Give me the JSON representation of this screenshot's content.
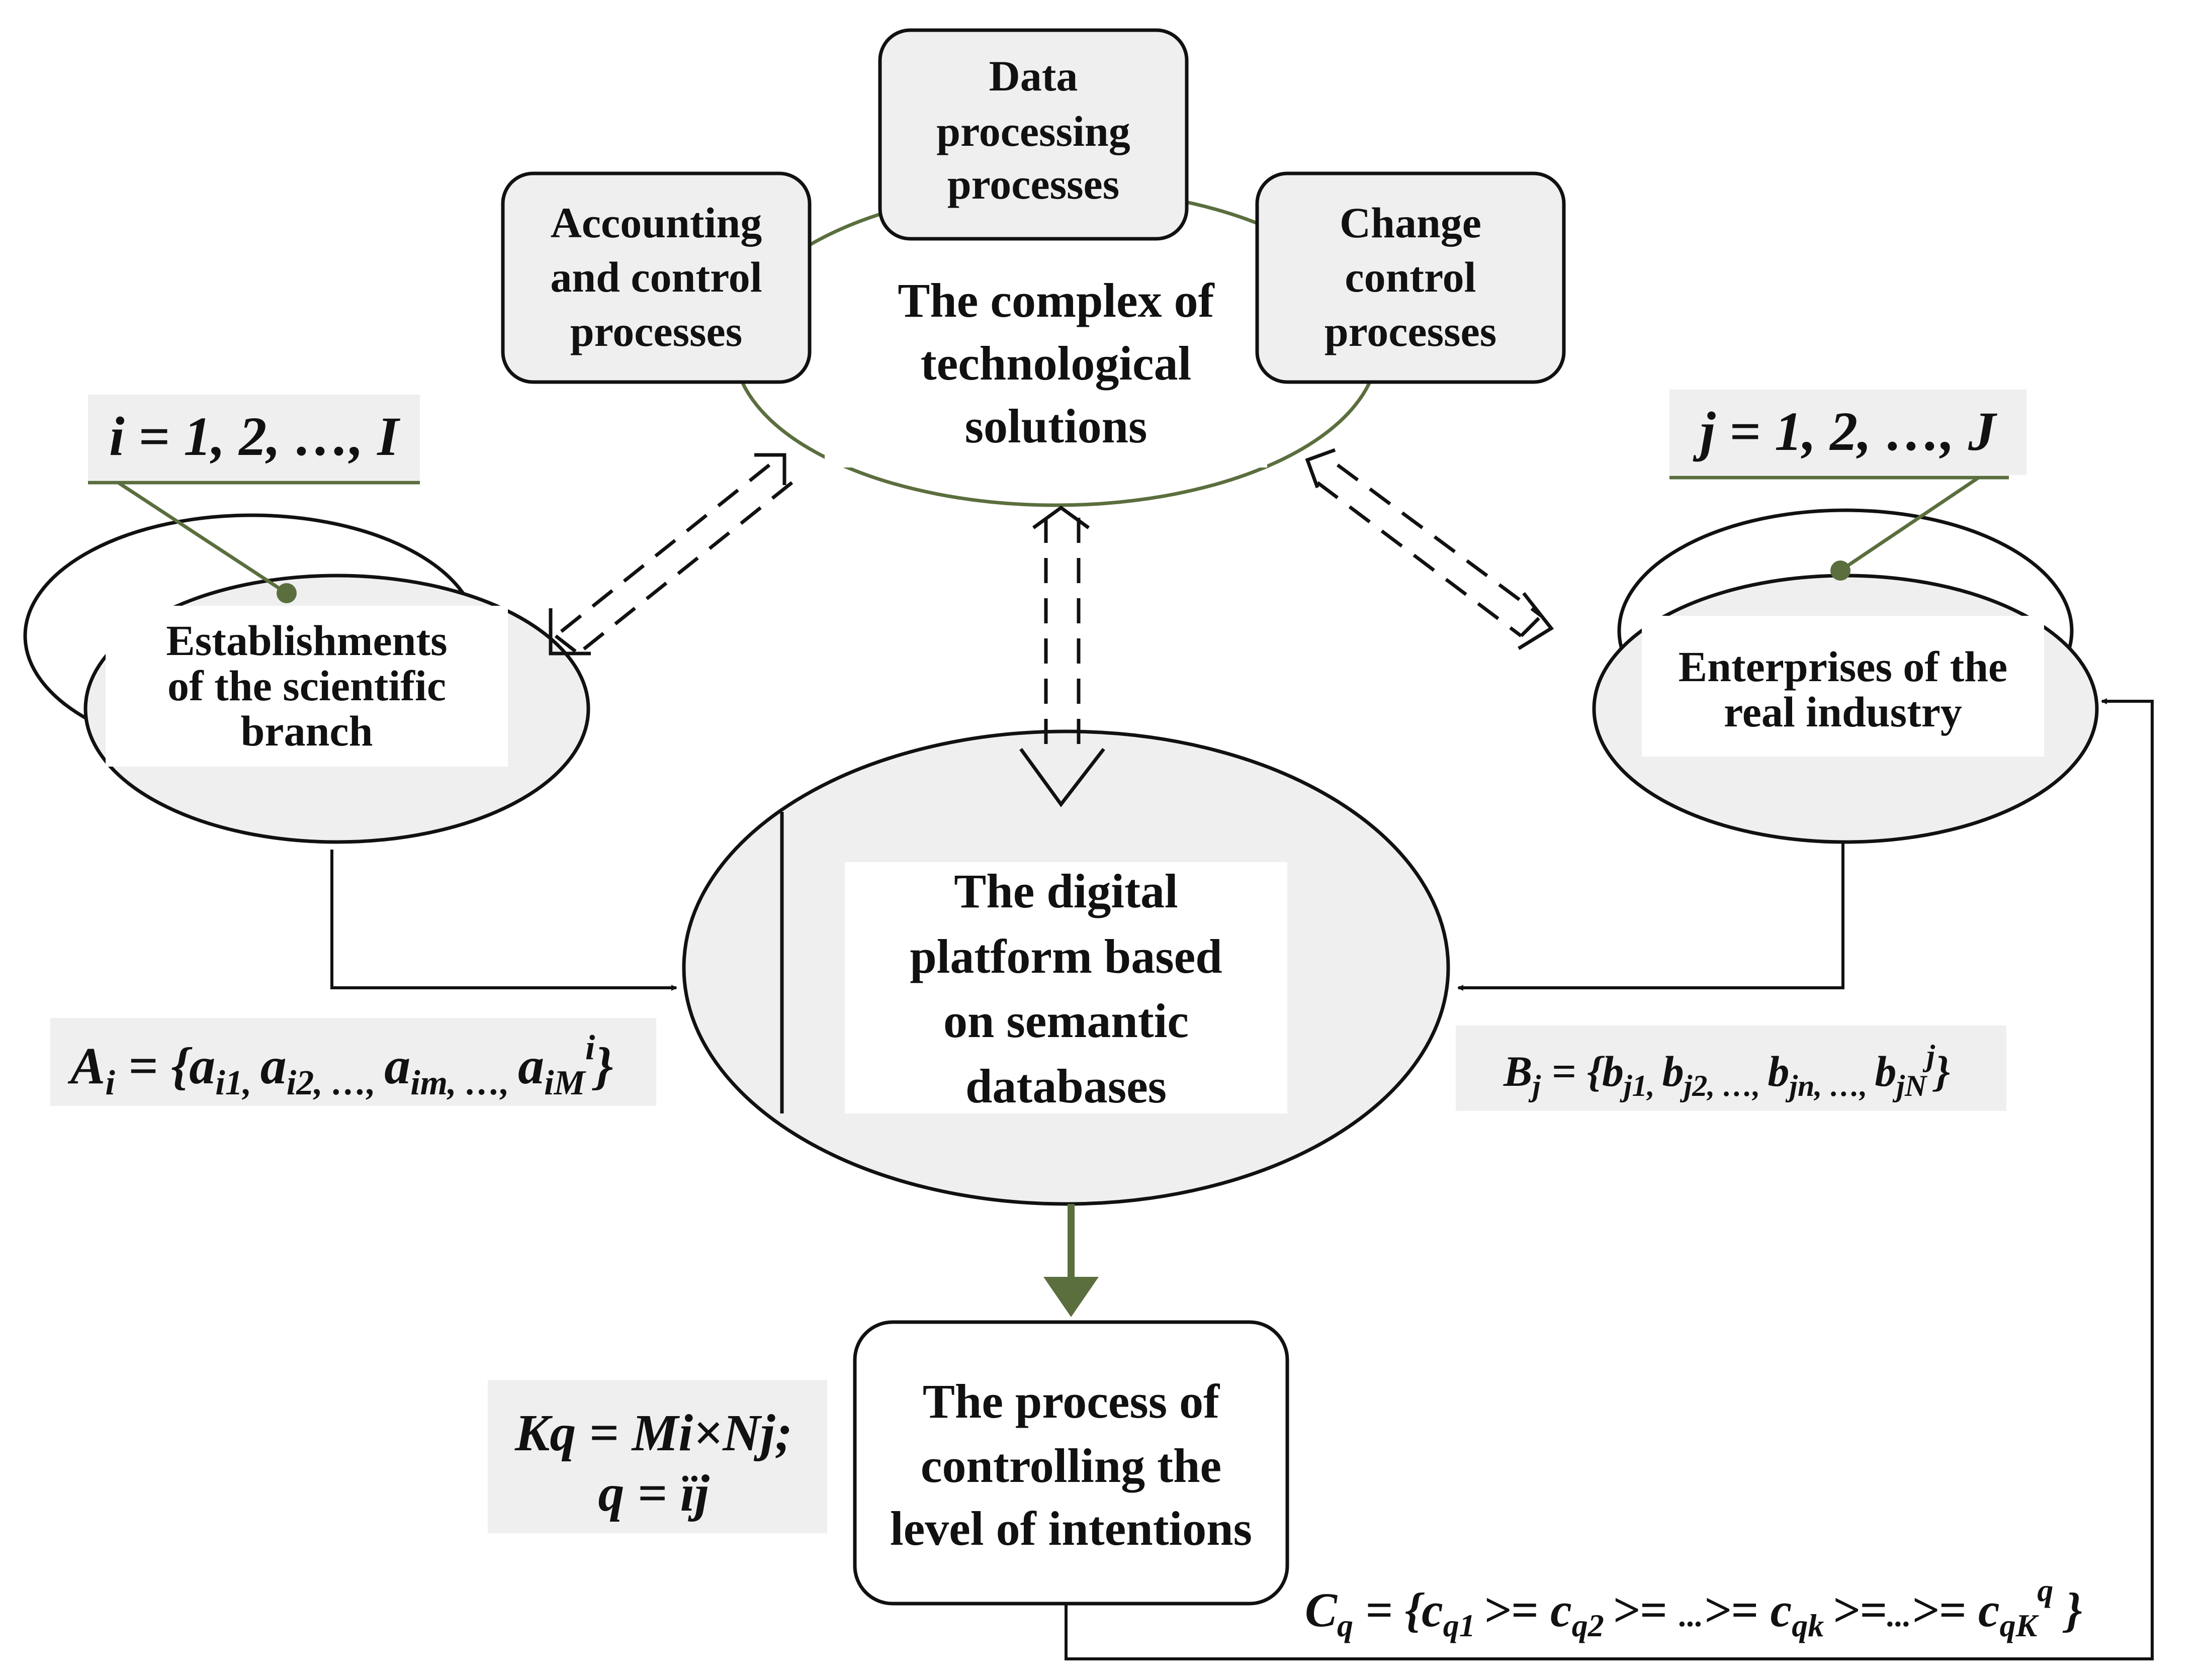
{
  "top_boxes": {
    "left": [
      "Accounting",
      "and control",
      "processes"
    ],
    "middle": [
      "Data",
      "processing",
      "processes"
    ],
    "right": [
      "Change",
      "control",
      "processes"
    ]
  },
  "complex": [
    "The complex of",
    "technological",
    "solutions"
  ],
  "science": {
    "index": "i = 1, 2, …, I",
    "label": [
      "Establishments",
      "of the scientific",
      "branch"
    ]
  },
  "industry": {
    "index": "j = 1, 2, …, J",
    "label": [
      "Enterprises of the",
      "real industry"
    ]
  },
  "platform": [
    "The digital",
    "platform based",
    "on semantic",
    "databases"
  ],
  "control": [
    "The process of",
    "controlling the",
    "level of intentions"
  ],
  "formulas": {
    "A": {
      "head": "A",
      "sub": "i",
      "body": " = {a",
      "terms": "i1, a i2, …, a im, …, a iM",
      "sup": "i",
      "close": "}"
    },
    "B": {
      "text": "B j = {b j1, b j2, …, b jn, …, b jN j}"
    },
    "K": [
      "Kq = Mi×Nj;",
      "q = ïj"
    ],
    "C": {
      "text": "C q = {c q1 >= c q2 >= ...>= c qk >=...>= c qK q }"
    }
  },
  "colors": {
    "green": "#5b6e3e",
    "node_fill": "#efefef",
    "line": "#111111"
  }
}
